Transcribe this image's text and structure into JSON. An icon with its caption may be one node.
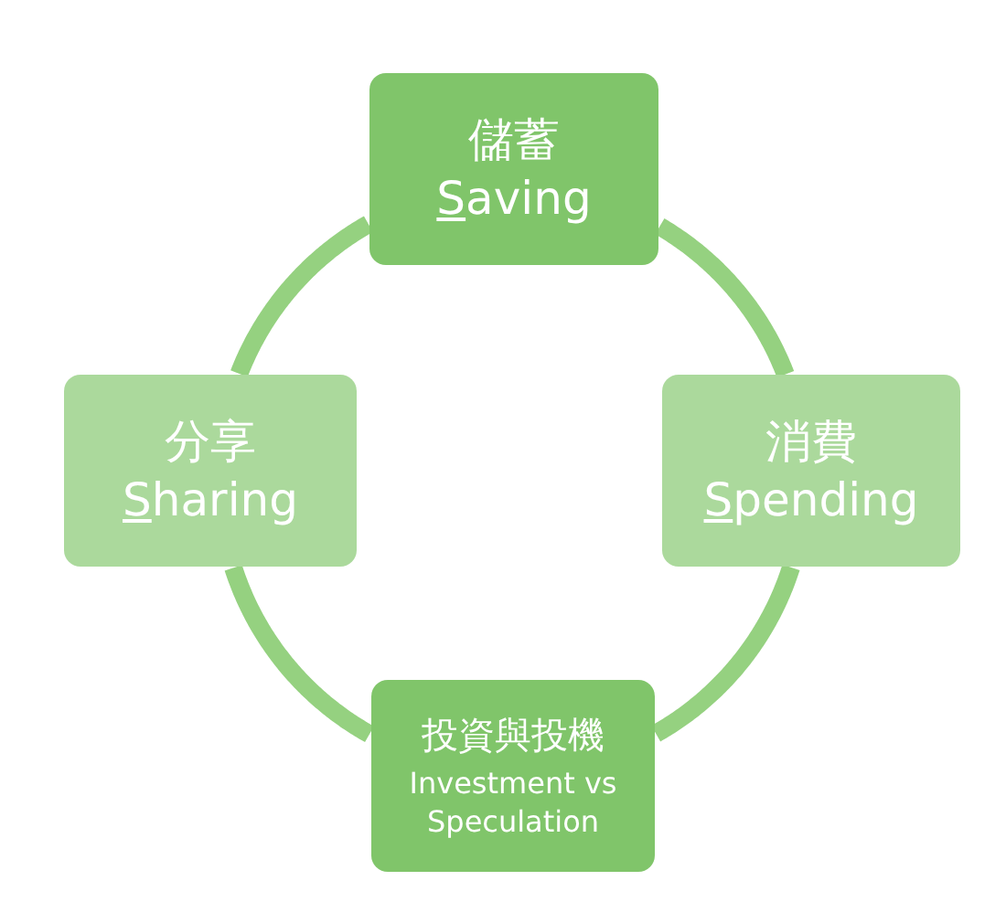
{
  "diagram": {
    "nodes": [
      {
        "text": [
          "儲蓄",
          "Saving"
        ]
      },
      {
        "text": [
          "消費",
          "Spending"
        ]
      },
      {
        "text": [
          "投資與投機",
          "Investment vs Speculation"
        ]
      },
      {
        "text": [
          "分享",
          "Sharing"
        ]
      }
    ],
    "edges": [
      {
        "from": 0,
        "to": 1,
        "arrow": "none"
      },
      {
        "from": 1,
        "to": 2,
        "arrow": "none"
      },
      {
        "from": 2,
        "to": 3,
        "arrow": "none"
      },
      {
        "from": 3,
        "to": 0,
        "arrow": "none"
      }
    ]
  }
}
